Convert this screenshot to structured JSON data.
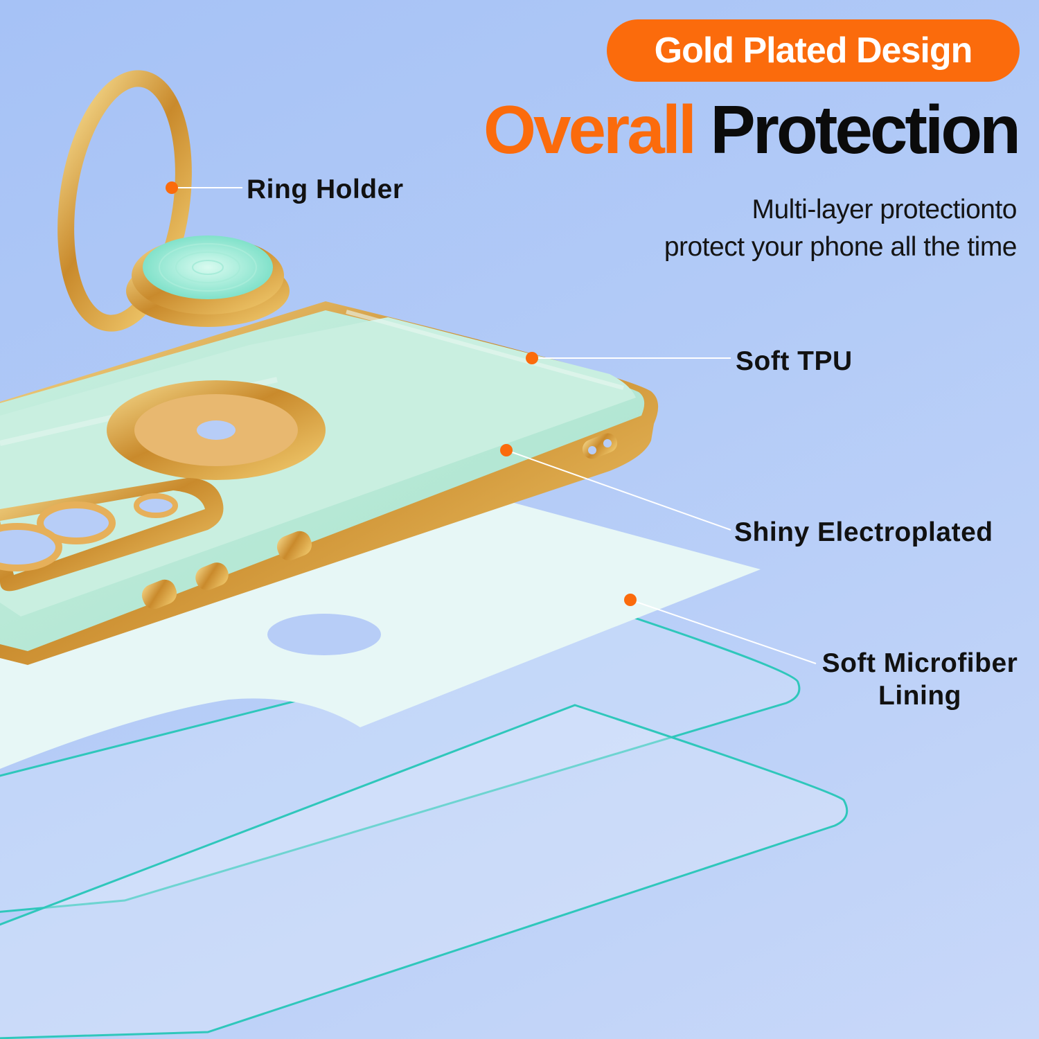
{
  "badge": {
    "label": "Gold Plated Design"
  },
  "headline": {
    "accent": "Overall",
    "main": "Protection"
  },
  "subtitle": {
    "line1": "Multi-layer protectionto",
    "line2": "protect your phone all the time"
  },
  "callouts": [
    {
      "label": "Ring Holder"
    },
    {
      "label": "Soft TPU"
    },
    {
      "label": "Shiny Electroplated"
    },
    {
      "label": "Soft Microfiber",
      "label2": "Lining"
    }
  ],
  "colors": {
    "accent": "#fb6b0c",
    "gold": "#d9a441",
    "mint": "#b8ead6",
    "glass_edge": "#2fc7bb",
    "background": "#a6c2f6"
  }
}
